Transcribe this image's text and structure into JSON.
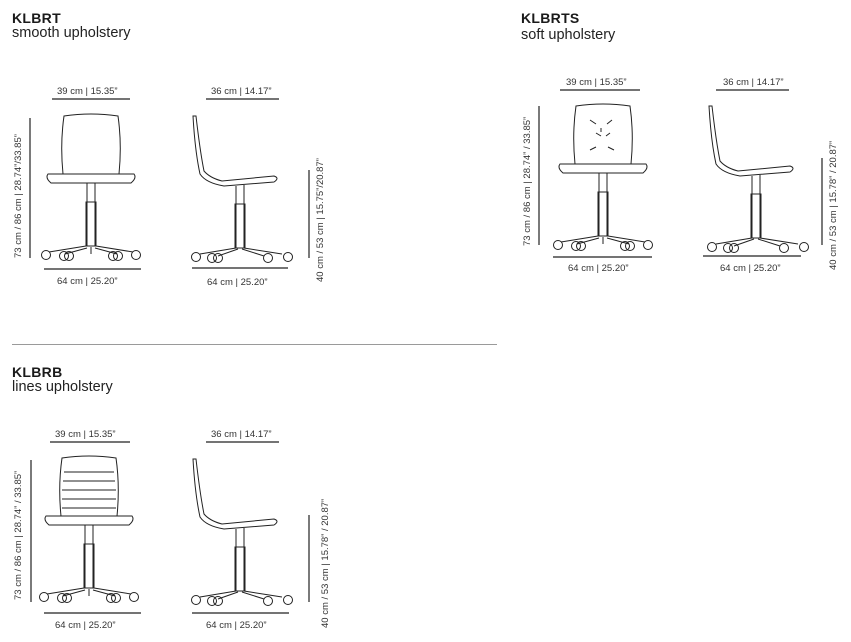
{
  "sections": {
    "klbrt": {
      "code": "KLBRT",
      "subtitle": "smooth upholstery",
      "front_width": "39 cm | 15.35”",
      "side_depth": "36 cm | 14.17”",
      "base_front": "64 cm | 25.20”",
      "base_side": "64 cm | 25.20”",
      "height_total": "73 cm / 86 cm | 28.74”/33.85”",
      "height_seat": "40 cm / 53 cm | 15.75”/20.87”"
    },
    "klbrts": {
      "code": "KLBRTS",
      "subtitle": "soft upholstery",
      "front_width": "39 cm | 15.35”",
      "side_depth": "36 cm | 14.17”",
      "base_front": "64 cm | 25.20”",
      "base_side": "64 cm | 25.20”",
      "height_total": "73 cm / 86 cm | 28.74” / 33.85”",
      "height_seat": "40 cm / 53 cm | 15.78” / 20.87”"
    },
    "klbrb": {
      "code": "KLBRB",
      "subtitle": "lines upholstery",
      "front_width": "39 cm | 15.35”",
      "side_depth": "36 cm | 14.17”",
      "base_front": "64 cm | 25.20”",
      "base_side": "64 cm | 25.20”",
      "height_total": "73 cm / 86 cm | 28.74” / 33.85”",
      "height_seat": "40 cm / 53 cm | 15.78” / 20.87”"
    }
  }
}
